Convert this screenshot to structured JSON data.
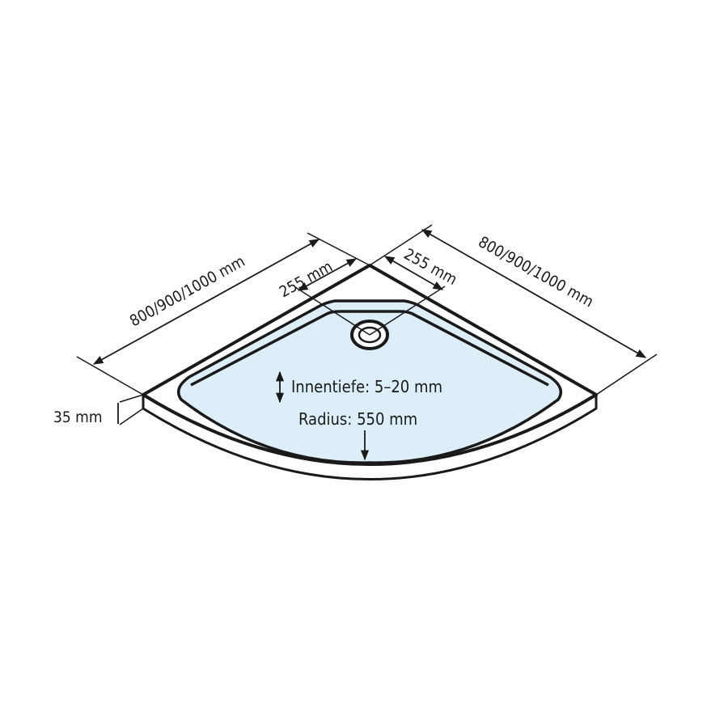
{
  "labels": {
    "width_left": "800/900/1000 mm",
    "width_right": "800/900/1000 mm",
    "drain_offset_left": "255 mm",
    "drain_offset_right": "255 mm",
    "height": "35 mm",
    "inner_depth": "Innentiefe: 5–20 mm",
    "radius": "Radius: 550 mm"
  },
  "colors": {
    "basin_fill": "#ddeef8",
    "stroke": "#1a1a1a"
  }
}
